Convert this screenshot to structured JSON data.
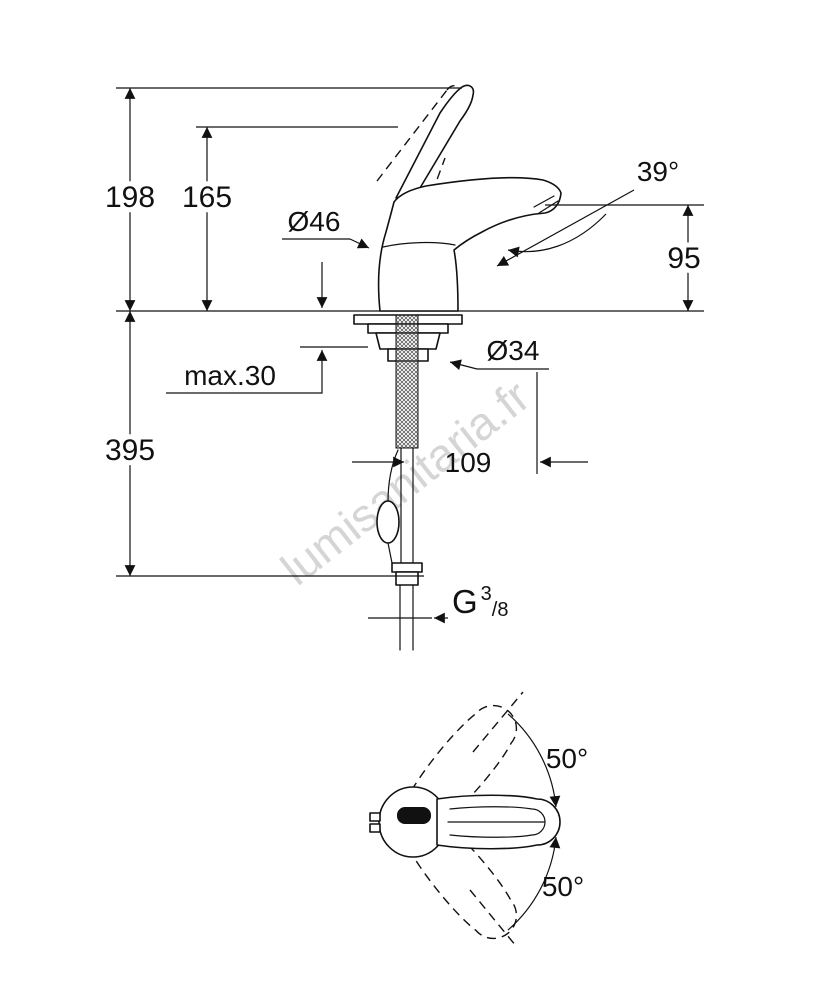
{
  "watermark": {
    "text": "lumisanitaria.fr"
  },
  "side_view": {
    "height_overall": "198",
    "height_spout": "165",
    "body_diameter": "Ø46",
    "spout_angle": "39°",
    "spout_height": "95",
    "max_thickness": "max.30",
    "shank_diameter": "Ø34",
    "depth_below": "395",
    "reach": "109",
    "thread": {
      "g": "G",
      "num": "3",
      "den": "/8"
    }
  },
  "top_view": {
    "swing_upper": "50°",
    "swing_lower": "50°"
  },
  "colors": {
    "line": "#111111",
    "watermark": "#cbcbcb"
  }
}
